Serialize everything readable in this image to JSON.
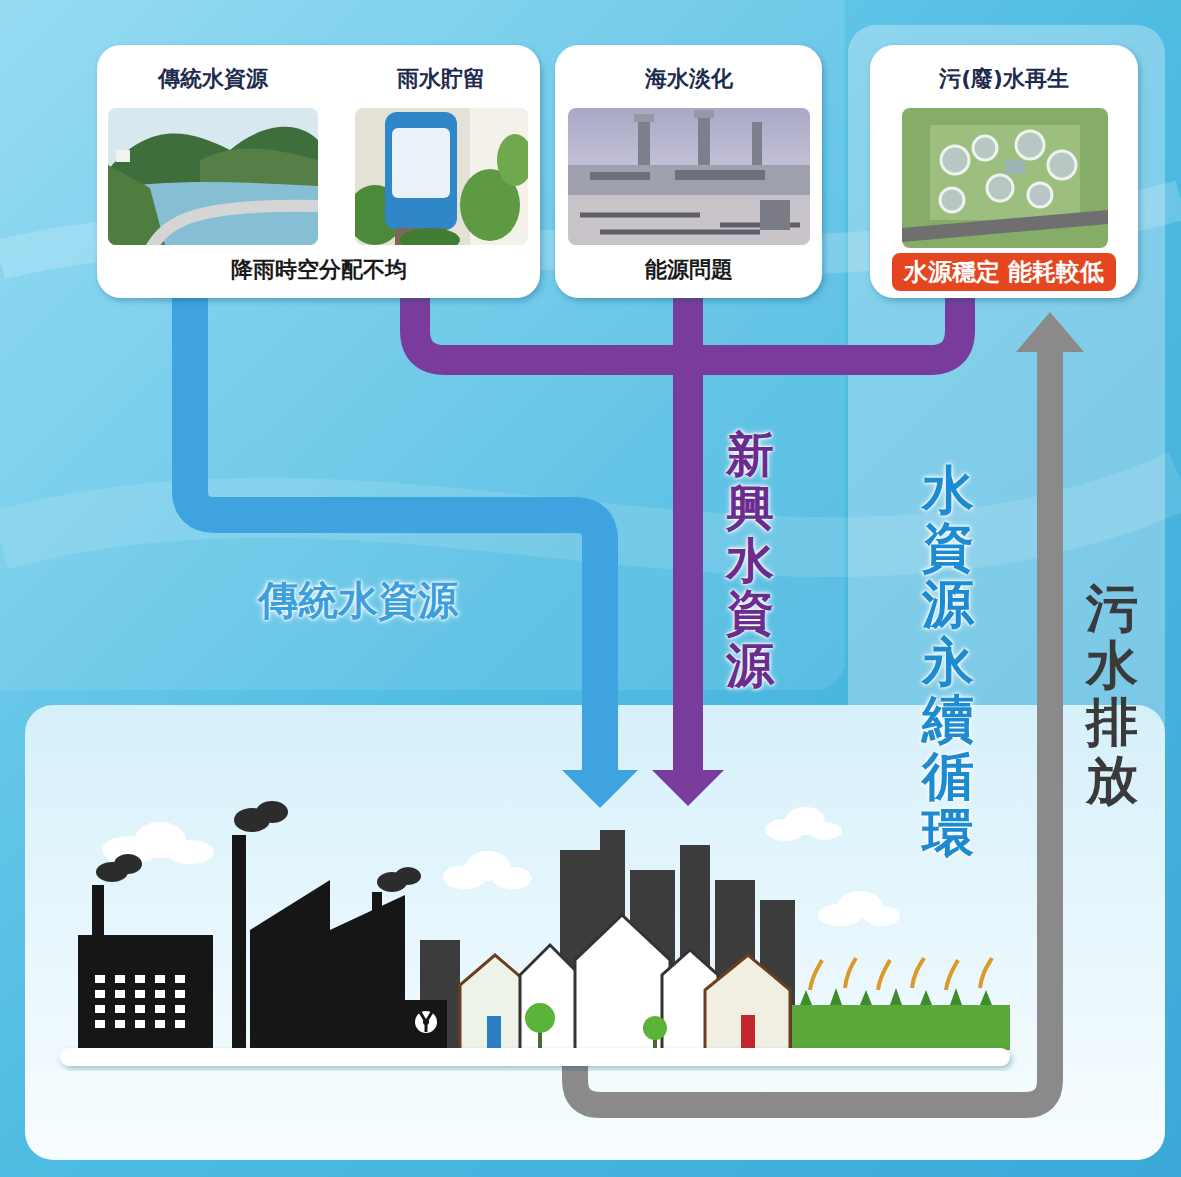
{
  "diagram": {
    "nodes": [
      {
        "text": [
          "降雨時空分配不均"
        ]
      },
      {
        "text": [
          "傳統水資源"
        ],
        "in": 0
      },
      {
        "text": [
          "雨水貯留"
        ],
        "in": 0
      },
      {
        "text": [
          "海水淡化",
          "能源問題"
        ]
      },
      {
        "text": [
          "污(廢)水再生",
          "水源穩定 能耗較低"
        ]
      }
    ],
    "labels": [
      "傳統水資源",
      "新興水資源",
      "水資源永續循環",
      "污水排放"
    ]
  }
}
